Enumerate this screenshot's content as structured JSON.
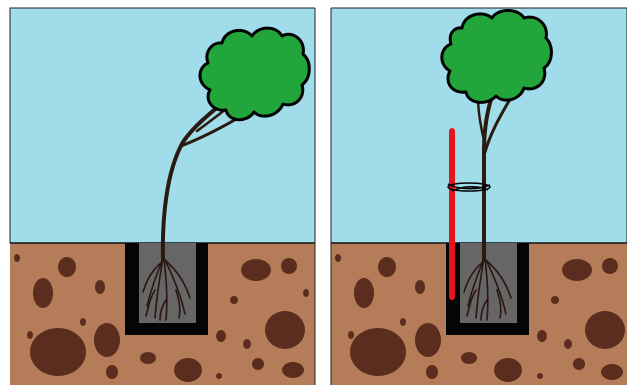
{
  "panels": [
    {
      "id": "left",
      "tree": "leaning",
      "stake": false,
      "tie": false
    },
    {
      "id": "right",
      "tree": "upright",
      "stake": true,
      "tie": true
    }
  ],
  "colors": {
    "sky": "#a0dcea",
    "soil": "#b57c5a",
    "stone": "#5a2d1e",
    "hole": "#050505",
    "root_fill": "#666666",
    "roots": "#2a1510",
    "trunk": "#2b1a10",
    "foliage": "#22a63c",
    "outline": "#000000",
    "stake": "#e8141c",
    "tie": "#000000"
  }
}
